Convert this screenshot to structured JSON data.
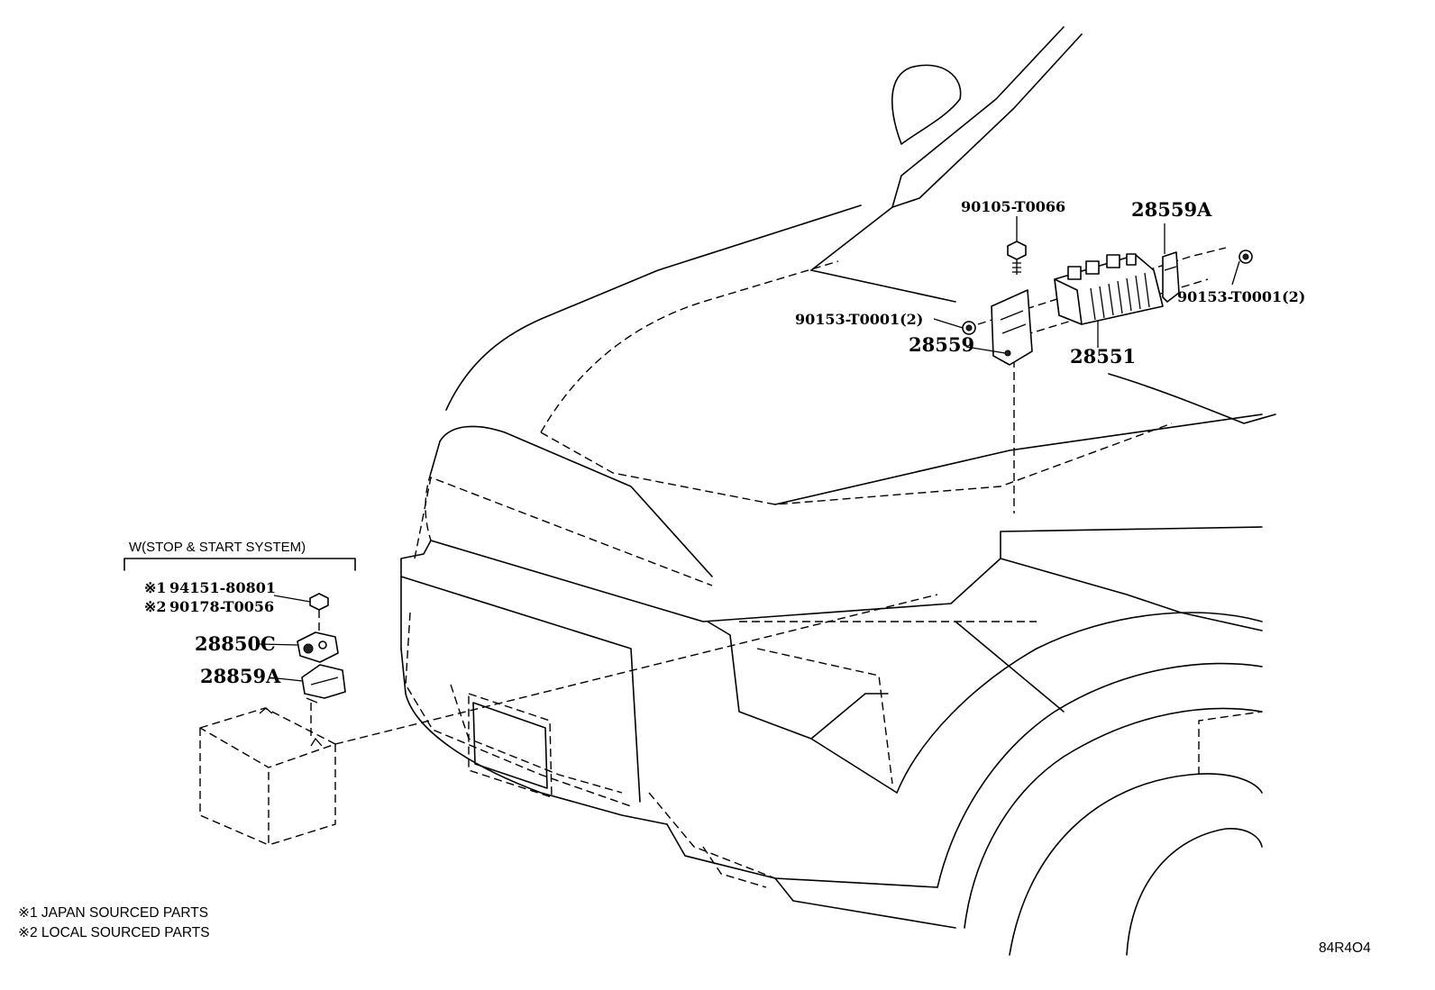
{
  "labels": {
    "p90105": "90105-T0066",
    "p28559A": "28559A",
    "p90153_left": "90153-T0001(2)",
    "p90153_right": "90153-T0001(2)",
    "p28559": "28559",
    "p28551": "28551",
    "p28850C": "28850C",
    "p28859A": "28859A",
    "alt1_mark": "※1",
    "alt1_part": "94151-80801",
    "alt2_mark": "※2",
    "alt2_part": "90178-T0056"
  },
  "condition": "W(STOP & START SYSTEM)",
  "notes": {
    "note1": "※1 JAPAN SOURCED PARTS",
    "note2": "※2 LOCAL SOURCED PARTS"
  },
  "illustration_id": "84R4O4"
}
